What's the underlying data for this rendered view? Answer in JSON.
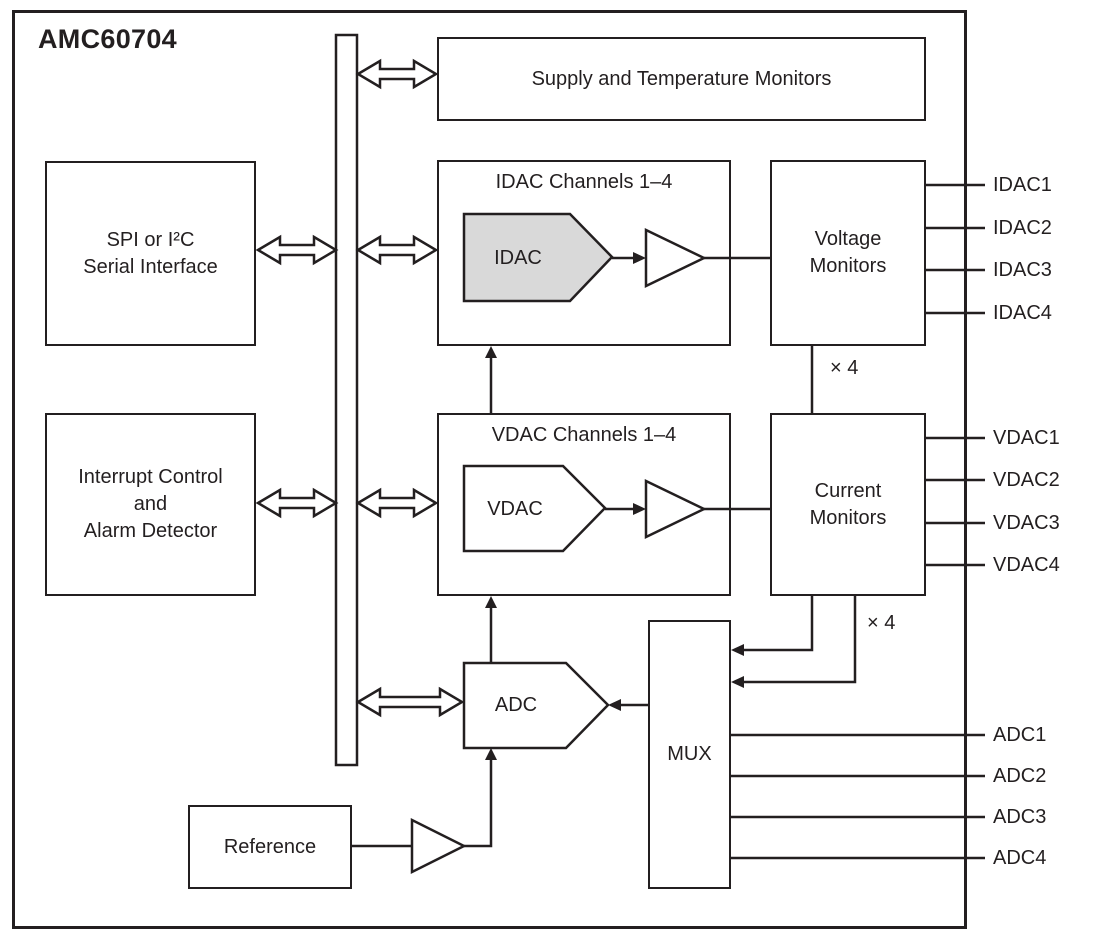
{
  "title": "AMC60704",
  "blocks": {
    "supply": "Supply and Temperature Monitors",
    "spi": "SPI or I²C\nSerial Interface",
    "interrupt": "Interrupt Control\nand\nAlarm Detector",
    "idac_channels": "IDAC Channels 1–4",
    "vdac_channels": "VDAC Channels 1–4",
    "voltage_monitors": "Voltage\nMonitors",
    "current_monitors": "Current\nMonitors",
    "mux": "MUX",
    "reference": "Reference",
    "idac": "IDAC",
    "vdac": "VDAC",
    "adc": "ADC"
  },
  "annotations": {
    "x4_voltage": "× 4",
    "x4_current": "× 4"
  },
  "pins": {
    "idac": [
      "IDAC1",
      "IDAC2",
      "IDAC3",
      "IDAC4"
    ],
    "vdac": [
      "VDAC1",
      "VDAC2",
      "VDAC3",
      "VDAC4"
    ],
    "adc": [
      "ADC1",
      "ADC2",
      "ADC3",
      "ADC4"
    ]
  },
  "colors": {
    "outline": "#231f20",
    "shaded_block": "#d9d9d9"
  }
}
